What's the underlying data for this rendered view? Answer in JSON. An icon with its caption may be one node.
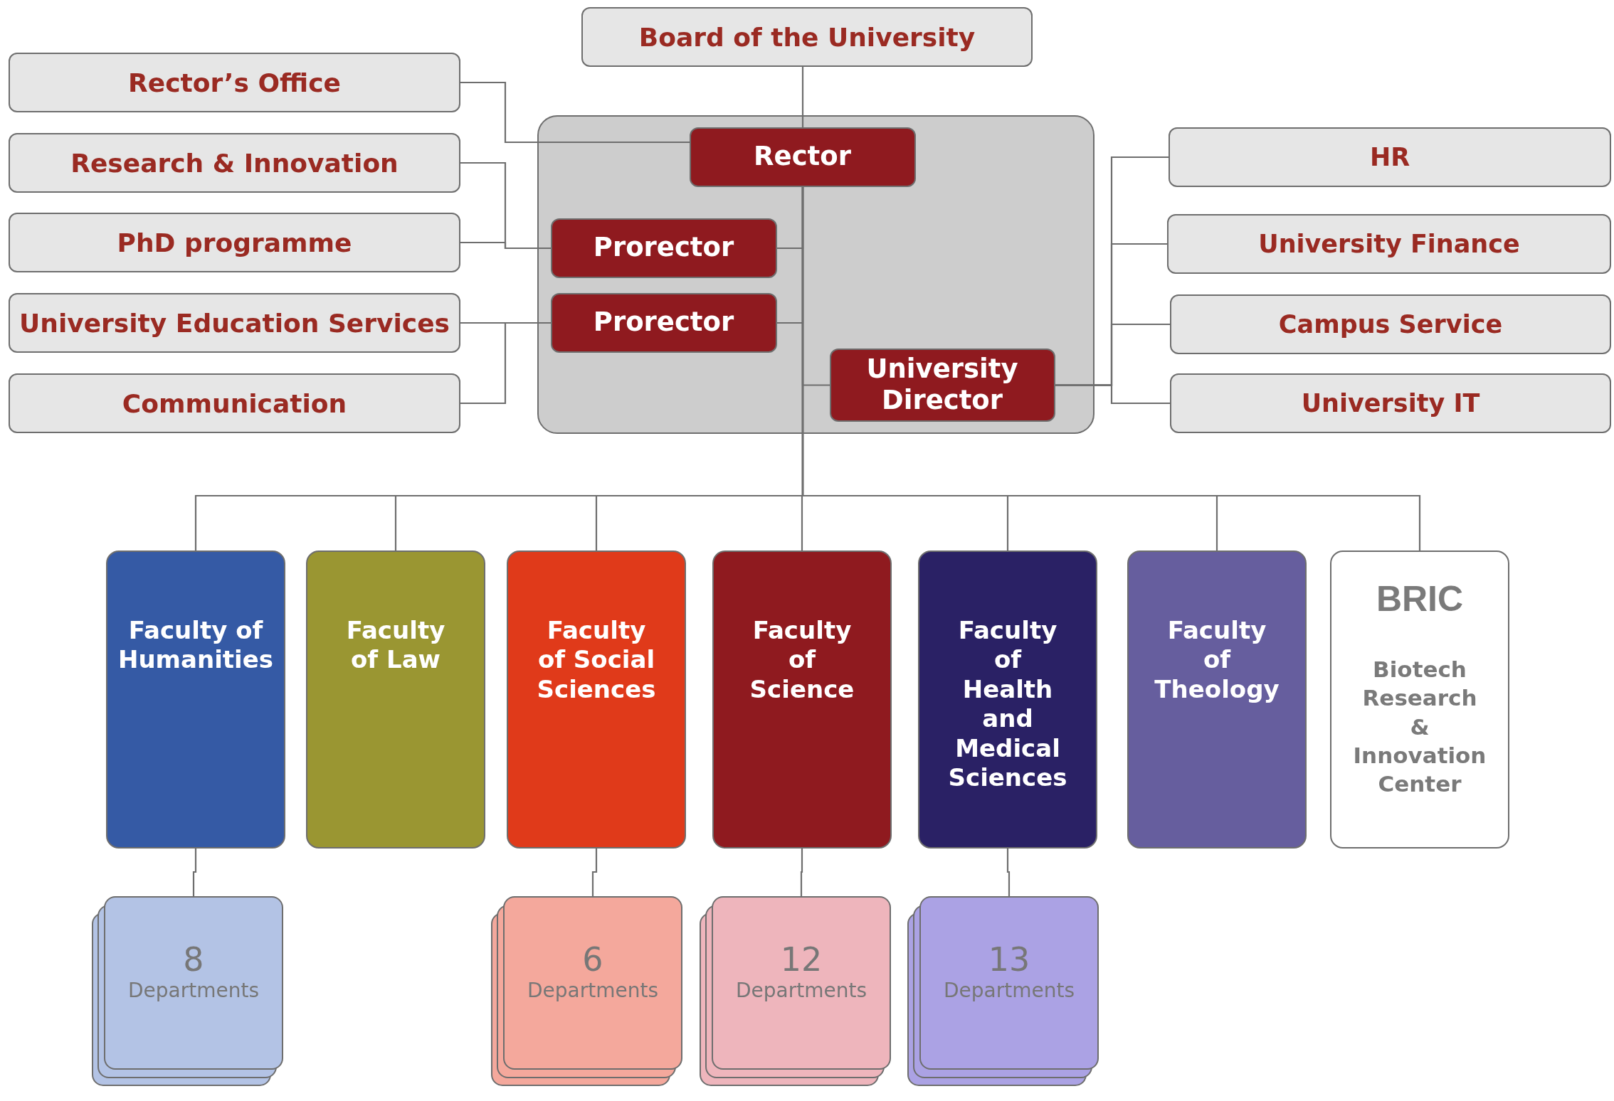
{
  "diagram": {
    "nodes": [
      {
        "text": [
          "Board of the University"
        ]
      },
      {
        "text": [
          "Rector’s Office"
        ]
      },
      {
        "text": [
          "Research & Innovation"
        ]
      },
      {
        "text": [
          "PhD programme"
        ]
      },
      {
        "text": [
          "University Education Services"
        ]
      },
      {
        "text": [
          "Communication"
        ]
      },
      {
        "text": [],
        "shape": "box"
      },
      {
        "text": [
          "Rector"
        ],
        "in": 6
      },
      {
        "text": [
          "Prorector"
        ],
        "in": 6
      },
      {
        "text": [
          "Prorector"
        ],
        "in": 6
      },
      {
        "text": [
          "University Director"
        ],
        "in": 6
      },
      {
        "text": [
          "HR"
        ]
      },
      {
        "text": [
          "University Finance"
        ]
      },
      {
        "text": [
          "Campus Service"
        ]
      },
      {
        "text": [
          "University IT"
        ]
      },
      {
        "text": [
          "Faculty of Humanities"
        ]
      },
      {
        "text": [
          "Faculty of Law"
        ]
      },
      {
        "text": [
          "Faculty of Social Sciences"
        ]
      },
      {
        "text": [
          "Faculty of Science"
        ]
      },
      {
        "text": [
          "Faculty of Health and Medical Sciences"
        ]
      },
      {
        "text": [
          "Faculty of Theology"
        ]
      },
      {
        "text": [
          "BRIC",
          "Biotech Research & Innovation Center"
        ]
      },
      {
        "text": [
          "8",
          "Departments"
        ]
      },
      {
        "text": [
          "6",
          "Departments"
        ]
      },
      {
        "text": [
          "12",
          "Departments"
        ]
      },
      {
        "text": [
          "13",
          "Departments"
        ]
      }
    ],
    "edges": [
      {
        "from": 0,
        "to": 7,
        "arrow": "none"
      },
      {
        "from": 7,
        "to": 1,
        "arrow": "none"
      },
      {
        "from": 7,
        "to": 8,
        "arrow": "none"
      },
      {
        "from": 7,
        "to": 9,
        "arrow": "none"
      },
      {
        "from": 7,
        "to": 10,
        "arrow": "none"
      },
      {
        "from": 8,
        "to": 2,
        "arrow": "none"
      },
      {
        "from": 8,
        "to": 3,
        "arrow": "none"
      },
      {
        "from": 9,
        "to": 4,
        "arrow": "none"
      },
      {
        "from": 9,
        "to": 5,
        "arrow": "none"
      },
      {
        "from": 10,
        "to": 11,
        "arrow": "none"
      },
      {
        "from": 10,
        "to": 12,
        "arrow": "none"
      },
      {
        "from": 10,
        "to": 13,
        "arrow": "none"
      },
      {
        "from": 10,
        "to": 14,
        "arrow": "none"
      },
      {
        "from": 7,
        "to": 15,
        "arrow": "none"
      },
      {
        "from": 7,
        "to": 16,
        "arrow": "none"
      },
      {
        "from": 7,
        "to": 17,
        "arrow": "none"
      },
      {
        "from": 7,
        "to": 18,
        "arrow": "none"
      },
      {
        "from": 7,
        "to": 19,
        "arrow": "none"
      },
      {
        "from": 7,
        "to": 20,
        "arrow": "none"
      },
      {
        "from": 7,
        "to": 21,
        "arrow": "none"
      },
      {
        "from": 15,
        "to": 22,
        "arrow": "none"
      },
      {
        "from": 17,
        "to": 23,
        "arrow": "none"
      },
      {
        "from": 18,
        "to": 24,
        "arrow": "none"
      },
      {
        "from": 19,
        "to": 25,
        "arrow": "none"
      }
    ]
  }
}
